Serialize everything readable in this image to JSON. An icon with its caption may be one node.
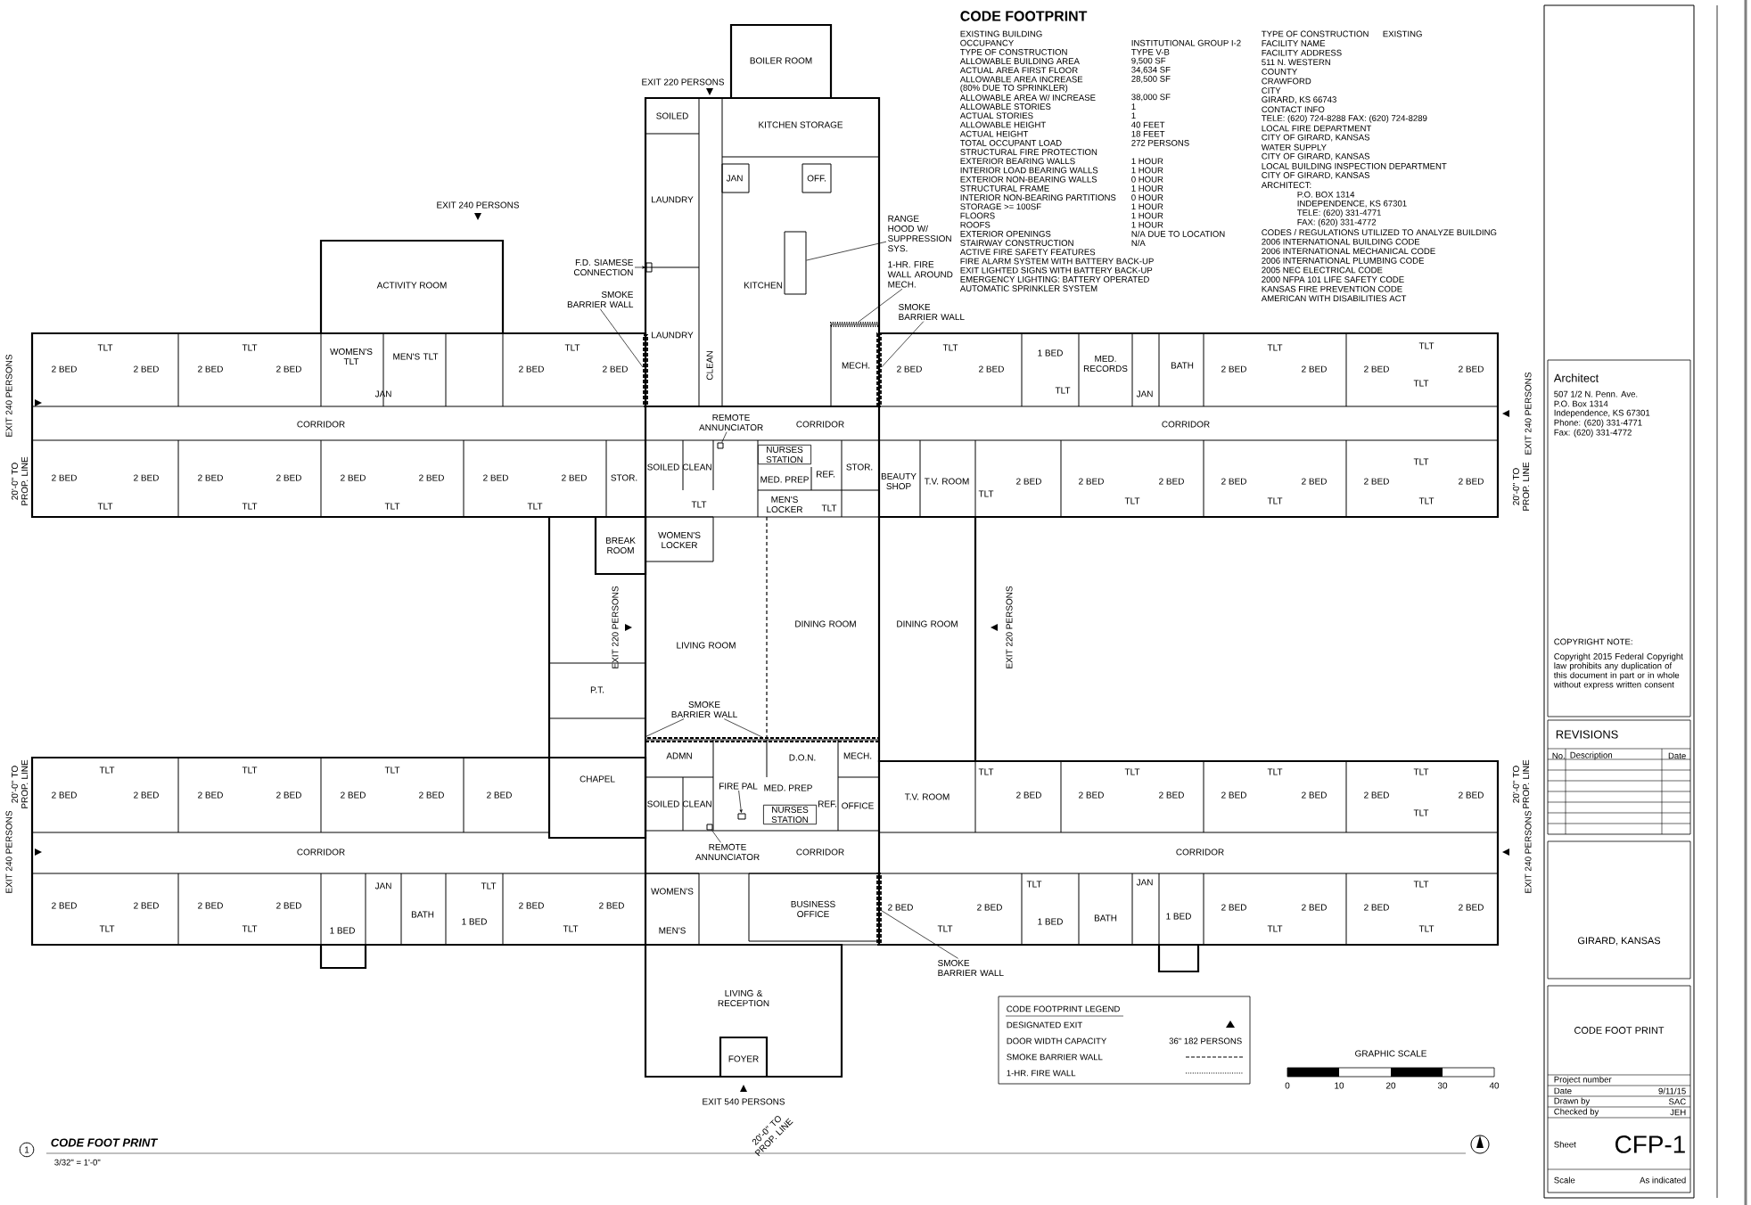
{
  "diagram": {
    "nodes": [
      {
        "text": [
          "F.D. SIAMESE CONNECTION"
        ]
      },
      {
        "text": [
          "SMOKE BARRIER WALL"
        ]
      },
      {
        "text": [
          "RANGE HOOD W/ SUPPRESSION SYS."
        ]
      },
      {
        "text": [
          "1-HR. FIRE WALL AROUND MECH."
        ]
      },
      {
        "text": [
          "SMOKE BARRIER WALL"
        ]
      },
      {
        "text": [
          "REMOTE ANNUNCIATOR"
        ]
      },
      {
        "text": [
          "NURSES STATION"
        ]
      },
      {
        "text": [
          "SMOKE BARRIER WALL"
        ]
      },
      {
        "text": [
          "FIRE PAL"
        ]
      },
      {
        "text": [
          "REMOTE ANNUNCIATOR"
        ]
      },
      {
        "text": [
          "NURSES STATION"
        ]
      },
      {
        "text": [
          "SMOKE BARRIER WALL"
        ]
      },
      {
        "text": [],
        "shape": "box"
      },
      {
        "text": [],
        "shape": "bar"
      },
      {
        "text": [],
        "shape": "box"
      },
      {
        "text": [],
        "shape": "bar"
      },
      {
        "text": [],
        "shape": "bar"
      },
      {
        "text": [],
        "shape": "box"
      },
      {
        "text": [],
        "shape": "bar"
      },
      {
        "text": [],
        "shape": "box"
      },
      {
        "text": [],
        "shape": "box"
      },
      {
        "text": [],
        "shape": "bar"
      }
    ],
    "edges": [
      {
        "from": 0,
        "to": 12,
        "arrow": "to"
      },
      {
        "from": 1,
        "to": 13,
        "arrow": "none"
      },
      {
        "from": 2,
        "to": 14,
        "arrow": "none"
      },
      {
        "from": 3,
        "to": 15,
        "arrow": "none"
      },
      {
        "from": 4,
        "to": 16,
        "arrow": "none"
      },
      {
        "from": 5,
        "to": 17,
        "arrow": "none"
      },
      {
        "from": 7,
        "to": 18,
        "arrow": "none"
      },
      {
        "from": 7,
        "to": 18,
        "arrow": "none"
      },
      {
        "from": 8,
        "to": 19,
        "arrow": "to"
      },
      {
        "from": 9,
        "to": 20,
        "arrow": "none"
      },
      {
        "from": 11,
        "to": 21,
        "arrow": "none"
      }
    ],
    "labels": [
      "CODE FOOTPRINT",
      "EXISTING BUILDING",
      "OCCUPANCY",
      "INSTITUTIONAL GROUP I-2",
      "TYPE OF CONSTRUCTION",
      "TYPE V-B",
      "ALLOWABLE BUILDING AREA",
      "9,500 SF",
      "ACTUAL AREA FIRST FLOOR",
      "34,634 SF",
      "ALLOWABLE AREA INCREASE",
      "28,500 SF",
      "(80% DUE TO SPRINKLER)",
      "ALLOWABLE AREA W/ INCREASE",
      "38,000 SF",
      "ALLOWABLE STORIES",
      "1",
      "ACTUAL STORIES",
      "1",
      "ALLOWABLE HEIGHT",
      "40 FEET",
      "ACTUAL HEIGHT",
      "18 FEET",
      "TOTAL OCCUPANT LOAD",
      "272 PERSONS",
      "STRUCTURAL FIRE PROTECTION",
      "EXTERIOR BEARING WALLS",
      "1 HOUR",
      "INTERIOR LOAD BEARING WALLS",
      "1 HOUR",
      "EXTERIOR NON-BEARING WALLS",
      "0 HOUR",
      "STRUCTURAL FRAME",
      "1 HOUR",
      "INTERIOR NON-BEARING PARTITIONS",
      "0 HOUR",
      "STORAGE >= 100SF",
      "1 HOUR",
      "FLOORS",
      "1 HOUR",
      "ROOFS",
      "1 HOUR",
      "EXTERIOR OPENINGS",
      "N/A DUE TO LOCATION",
      "STAIRWAY CONSTRUCTION",
      "N/A",
      "ACTIVE FIRE SAFETY FEATURES",
      "FIRE ALARM SYSTEM WITH BATTERY BACK-UP",
      "EXIT LIGHTED SIGNS WITH BATTERY BACK-UP",
      "EMERGENCY LIGHTING: BATTERY OPERATED",
      "AUTOMATIC SPRINKLER SYSTEM",
      "TYPE OF CONSTRUCTION",
      "EXISTING",
      "FACILITY NAME",
      "FACILITY ADDRESS",
      "511 N. WESTERN",
      "COUNTY",
      "CRAWFORD",
      "CITY",
      "GIRARD, KS 66743",
      "CONTACT INFO",
      "TELE: (620) 724-8288   FAX: (620) 724-8289",
      "LOCAL FIRE DEPARTMENT",
      "CITY OF GIRARD, KANSAS",
      "WATER SUPPLY",
      "CITY OF GIRARD, KANSAS",
      "LOCAL BUILDING INSPECTION DEPARTMENT",
      "CITY OF GIRARD, KANSAS",
      "ARCHITECT:",
      "P.O. BOX 1314",
      "INDEPENDENCE, KS 67301",
      "TELE: (620) 331-4771",
      "FAX: (620) 331-4772",
      "CODES / REGULATIONS UTILIZED TO ANALYZE BUILDING",
      "2006 INTERNATIONAL BUILDING CODE",
      "2006 INTERNATIONAL MECHANICAL CODE",
      "2006 INTERNATIONAL PLUMBING CODE",
      "2005 NEC ELECTRICAL CODE",
      "2000 NFPA 101 LIFE SAFETY CODE",
      "KANSAS FIRE PREVENTION CODE",
      "AMERICAN WITH DISABILITIES ACT",
      "CODE FOOTPRINT LEGEND",
      "DOOR WIDTH CAPACITY",
      "36\" 182 PERSONS",
      "BOILER ROOM",
      "EXIT 220 PERSONS",
      "SOILED",
      "KITCHEN STORAGE",
      "JAN",
      "OFF.",
      "LAUNDRY",
      "CLEAN",
      "KITCHEN",
      "LAUNDRY",
      "MECH.",
      "ACTIVITY ROOM",
      "EXIT 240 PERSONS",
      "2 BED",
      "TLT",
      "2 BED",
      "2 BED",
      "TLT",
      "2 BED",
      "WOMEN'S TLT",
      "MEN'S TLT",
      "JAN",
      "2 BED",
      "TLT",
      "2 BED",
      "CORRIDOR",
      "CORRIDOR",
      "CORRIDOR",
      "2 BED",
      "TLT",
      "2 BED",
      "2 BED",
      "TLT",
      "2 BED",
      "2 BED",
      "TLT",
      "2 BED",
      "2 BED",
      "TLT",
      "2 BED",
      "STOR.",
      "SOILED",
      "CLEAN",
      "TLT",
      "MED. PREP",
      "REF.",
      "STOR.",
      "MEN'S LOCKER",
      "TLT",
      "BREAK ROOM",
      "WOMEN'S LOCKER",
      "BEAUTY SHOP",
      "T.V. ROOM",
      "TLT",
      "2 BED",
      "2 BED",
      "TLT",
      "2 BED",
      "2 BED",
      "TLT",
      "2 BED",
      "2 BED",
      "TLT",
      "TLT",
      "2 BED",
      "2 BED",
      "TLT",
      "2 BED",
      "1 BED",
      "TLT",
      "MED. RECORDS",
      "JAN",
      "BATH",
      "2 BED",
      "TLT",
      "2 BED",
      "2 BED",
      "TLT",
      "TLT",
      "2 BED",
      "EXIT 220 PERSONS",
      "LIVING ROOM",
      "DINING ROOM",
      "DINING ROOM",
      "EXIT 220 PERSONS",
      "P.T.",
      "CHAPEL",
      "2 BED",
      "TLT",
      "2 BED",
      "2 BED",
      "TLT",
      "2 BED",
      "2 BED",
      "TLT",
      "2 BED",
      "2 BED",
      "ADMN",
      "D.O.N.",
      "MECH.",
      "SOILED",
      "CLEAN",
      "MED. PREP",
      "REF.",
      "OFFICE",
      "T.V. ROOM",
      "TLT",
      "2 BED",
      "2 BED",
      "TLT",
      "2 BED",
      "2 BED",
      "TLT",
      "2 BED",
      "2 BED",
      "TLT",
      "TLT",
      "2 BED",
      "CORRIDOR",
      "CORRIDOR",
      "CORRIDOR",
      "2 BED",
      "TLT",
      "2 BED",
      "2 BED",
      "TLT",
      "2 BED",
      "JAN",
      "1 BED",
      "BATH",
      "1 BED",
      "TLT",
      "2 BED",
      "TLT",
      "2 BED",
      "WOMEN'S",
      "MEN'S",
      "BUSINESS OFFICE",
      "2 BED",
      "TLT",
      "2 BED",
      "TLT",
      "1 BED",
      "BATH",
      "JAN",
      "1 BED",
      "2 BED",
      "TLT",
      "2 BED",
      "2 BED",
      "TLT",
      "TLT",
      "2 BED",
      "LIVING & RECEPTION",
      "FOYER",
      "EXIT 540 PERSONS",
      "20'-0\" TO PROP. LINE",
      "EXIT 240 PERSONS",
      "20'-0\" TO PROP. LINE",
      "EXIT 240 PERSONS",
      "20'-0\" TO PROP. LINE",
      "EXIT 240 PERSONS",
      "20'-0\" TO PROP. LINE",
      "EXIT 240 PERSONS",
      "20'-0\" TO PROP. LINE",
      "GRAPHIC SCALE",
      "0",
      "10",
      "20",
      "30",
      "40",
      "1",
      "CODE FOOT PRINT",
      "3/32\" = 1'-0\"",
      "Architect",
      "507 1/2 N. Penn. Ave.",
      "P.O. Box 1314",
      "Independence, KS 67301",
      "Phone: (620) 331-4771",
      "Fax: (620) 331-4772",
      "COPYRIGHT NOTE:",
      "Copyright 2015 Federal Copyright law prohibits any duplication of this document in part or in whole without express written consent",
      "REVISIONS",
      "No.",
      "Description",
      "Date",
      "GIRARD, KANSAS",
      "CODE FOOT PRINT",
      "Project number",
      "Date",
      "9/11/15",
      "Drawn by",
      "SAC",
      "Checked by",
      "JEH",
      "Sheet",
      "CFP-1",
      "Scale",
      "As indicated"
    ],
    "legend": [
      {
        "text": "DESIGNATED EXIT"
      },
      {
        "text": "SMOKE BARRIER WALL"
      },
      {
        "text": "1-HR. FIRE WALL"
      }
    ]
  }
}
